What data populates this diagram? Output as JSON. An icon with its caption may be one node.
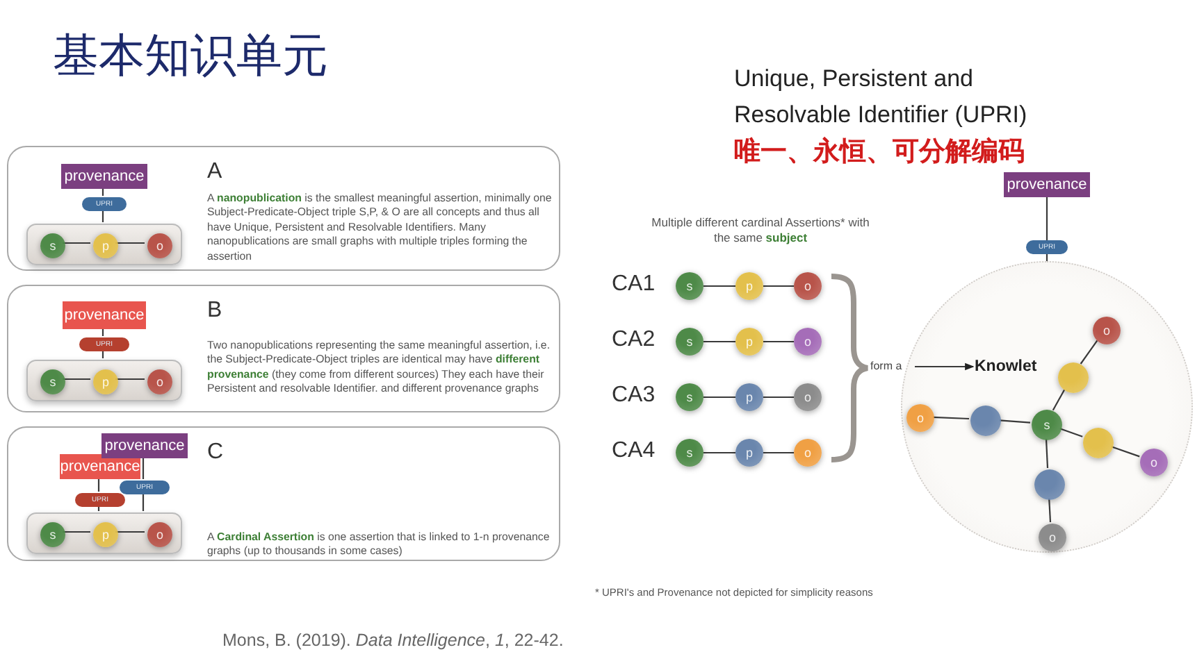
{
  "diagram": {
    "title": "基本知识单元",
    "nodes": [
      {
        "text": [
          "A",
          "A **nanopublication** is the smallest meaningful assertion, minimally one Subject-Predicate-Object triple S,P, & O are all concepts and thus all have Unique, Persistent and Resolvable Identifiers. Many nanopublications are small graphs with multiple triples forming the assertion"
        ]
      },
      {
        "text": [
          "provenance"
        ],
        "in": 0
      },
      {
        "text": [
          "UPRI"
        ],
        "in": 0
      },
      {
        "text": [],
        "shape": "bar",
        "in": 0
      },
      {
        "text": [
          "s"
        ],
        "in": 3
      },
      {
        "text": [
          "p"
        ],
        "in": 3
      },
      {
        "text": [
          "o"
        ],
        "in": 3
      },
      {
        "text": [
          "B",
          "Two nanopublications representing the same meaningful assertion, i.e. the Subject-Predicate-Object triples are identical may have **different provenance** (they come from different sources) They each have their Persistent and resolvable Identifier. and different provenance graphs"
        ]
      },
      {
        "text": [
          "provenance"
        ],
        "in": 7
      },
      {
        "text": [
          "UPRI"
        ],
        "in": 7
      },
      {
        "text": [],
        "shape": "bar",
        "in": 7
      },
      {
        "text": [
          "s"
        ],
        "in": 10
      },
      {
        "text": [
          "p"
        ],
        "in": 10
      },
      {
        "text": [
          "o"
        ],
        "in": 10
      },
      {
        "text": [
          "C",
          "A **Cardinal Assertion** is one assertion that is linked to 1-n provenance graphs (up to thousands in some cases)"
        ]
      },
      {
        "text": [
          "provenance"
        ],
        "in": 14
      },
      {
        "text": [
          "provenance"
        ],
        "in": 14
      },
      {
        "text": [
          "UPRI"
        ],
        "in": 14
      },
      {
        "text": [
          "UPRI"
        ],
        "in": 14
      },
      {
        "text": [],
        "shape": "bar",
        "in": 14
      },
      {
        "text": [
          "s"
        ],
        "in": 19
      },
      {
        "text": [
          "p"
        ],
        "in": 19
      },
      {
        "text": [
          "o"
        ],
        "in": 19
      },
      {
        "text": [
          "s"
        ]
      },
      {
        "text": [
          "p"
        ]
      },
      {
        "text": [
          "o"
        ]
      },
      {
        "text": [
          "s"
        ]
      },
      {
        "text": [
          "p"
        ]
      },
      {
        "text": [
          "o"
        ]
      },
      {
        "text": [
          "s"
        ]
      },
      {
        "text": [
          "p"
        ]
      },
      {
        "text": [
          "o"
        ]
      },
      {
        "text": [
          "s"
        ]
      },
      {
        "text": [
          "p"
        ]
      },
      {
        "text": [
          "o"
        ]
      },
      {
        "text": [
          "form a"
        ]
      },
      {
        "text": [],
        "shape": "circle"
      },
      {
        "text": [
          "Knowlet"
        ],
        "in": 36
      },
      {
        "text": [
          "provenance"
        ]
      },
      {
        "text": [
          "UPRI"
        ]
      },
      {
        "text": [
          "s"
        ],
        "in": 36
      },
      {
        "text": [],
        "shape": "circle",
        "in": 36
      },
      {
        "text": [
          "o"
        ],
        "in": 36
      },
      {
        "text": [],
        "shape": "circle",
        "in": 36
      },
      {
        "text": [
          "o"
        ],
        "in": 36
      },
      {
        "text": [],
        "shape": "circle",
        "in": 36
      },
      {
        "text": [
          "o"
        ],
        "in": 36
      },
      {
        "text": [],
        "shape": "circle",
        "in": 36
      },
      {
        "text": [
          "o"
        ],
        "in": 36
      }
    ],
    "edges": [
      {
        "from": 1,
        "to": 2,
        "arrow": "none"
      },
      {
        "from": 2,
        "to": 3,
        "arrow": "none"
      },
      {
        "from": 4,
        "to": 5,
        "arrow": "none"
      },
      {
        "from": 5,
        "to": 6,
        "arrow": "none"
      },
      {
        "from": 8,
        "to": 9,
        "arrow": "none"
      },
      {
        "from": 9,
        "to": 10,
        "arrow": "none"
      },
      {
        "from": 11,
        "to": 12,
        "arrow": "none"
      },
      {
        "from": 12,
        "to": 13,
        "arrow": "none"
      },
      {
        "from": 15,
        "to": 17,
        "arrow": "none"
      },
      {
        "from": 17,
        "to": 19,
        "arrow": "none"
      },
      {
        "from": 16,
        "to": 18,
        "arrow": "none"
      },
      {
        "from": 18,
        "to": 19,
        "arrow": "none"
      },
      {
        "from": 20,
        "to": 21,
        "arrow": "none"
      },
      {
        "from": 21,
        "to": 22,
        "arrow": "none"
      },
      {
        "from": 23,
        "to": 24,
        "arrow": "none"
      },
      {
        "from": 24,
        "to": 25,
        "arrow": "none"
      },
      {
        "from": 26,
        "to": 27,
        "arrow": "none"
      },
      {
        "from": 27,
        "to": 28,
        "arrow": "none"
      },
      {
        "from": 29,
        "to": 30,
        "arrow": "none"
      },
      {
        "from": 30,
        "to": 31,
        "arrow": "none"
      },
      {
        "from": 32,
        "to": 33,
        "arrow": "none"
      },
      {
        "from": 33,
        "to": 34,
        "arrow": "none"
      },
      {
        "from": 35,
        "to": 37,
        "arrow": "to"
      },
      {
        "from": 38,
        "to": 39,
        "arrow": "none"
      },
      {
        "from": 39,
        "to": 36,
        "arrow": "none"
      },
      {
        "from": 40,
        "to": 41,
        "arrow": "none"
      },
      {
        "from": 41,
        "to": 42,
        "arrow": "none"
      },
      {
        "from": 40,
        "to": 43,
        "arrow": "none"
      },
      {
        "from": 43,
        "to": 44,
        "arrow": "none"
      },
      {
        "from": 40,
        "to": 45,
        "arrow": "none"
      },
      {
        "from": 45,
        "to": 46,
        "arrow": "none"
      },
      {
        "from": 40,
        "to": 47,
        "arrow": "none"
      },
      {
        "from": 47,
        "to": 48,
        "arrow": "none"
      }
    ],
    "labels": [
      "Unique, Persistent and Resolvable Identifier (UPRI)",
      "唯一、永恒、可分解编码",
      "Multiple different cardinal Assertions* with the same **subject**",
      "CA1",
      "CA2",
      "CA3",
      "CA4",
      "* UPRI's and Provenance not depicted for simplicity reasons",
      "Mons, B. (2019). *Data Intelligence*, *1*, 22-42."
    ]
  }
}
